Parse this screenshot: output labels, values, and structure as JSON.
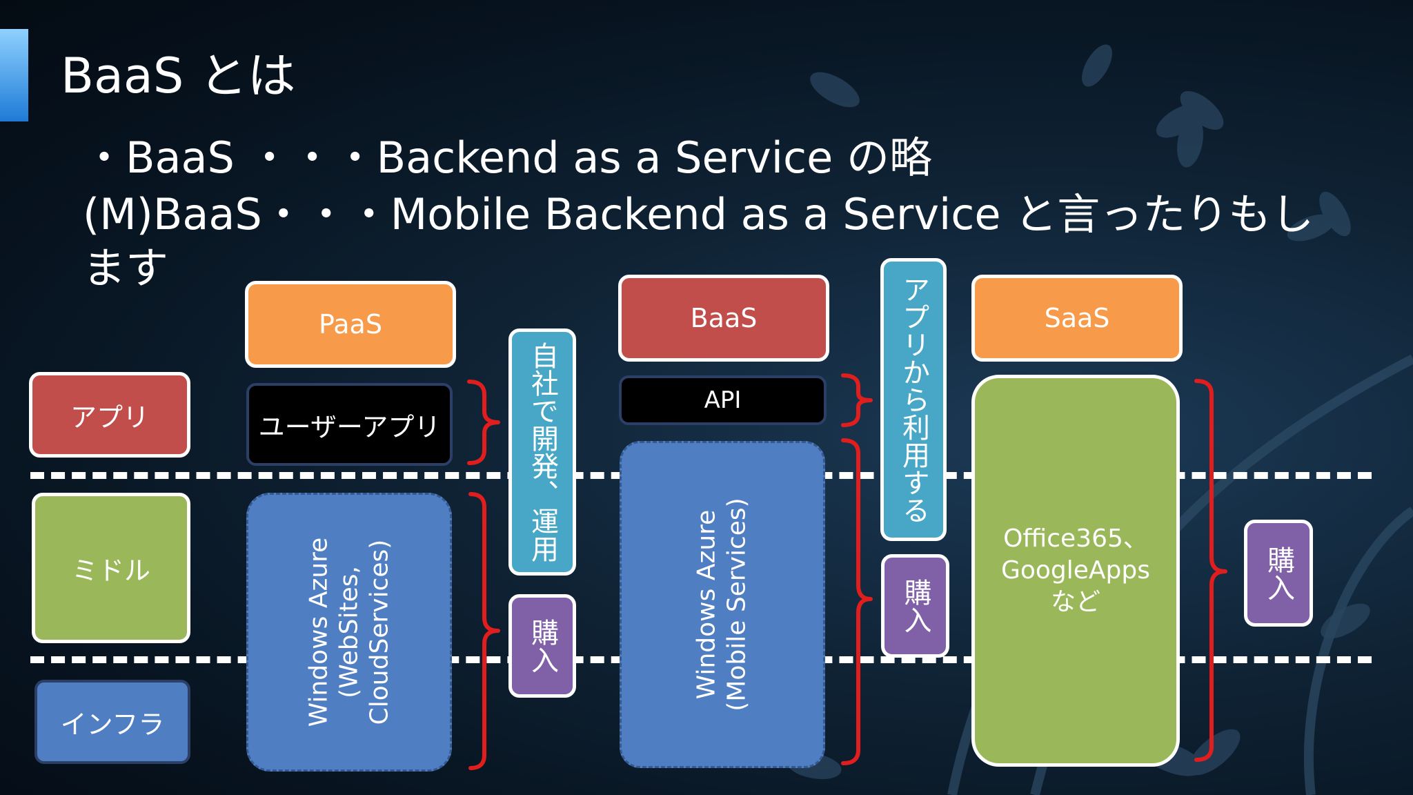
{
  "slide": {
    "title": "BaaS とは",
    "bullet1": "・BaaS ・・・Backend as a Service の略",
    "bullet2": "(M)BaaS・・・Mobile Backend as a Service と言ったりもします"
  },
  "layers": {
    "app": "アプリ",
    "middle": "ミドル",
    "infra": "インフラ"
  },
  "paas": {
    "header": "PaaS",
    "user_app": "ユーザーアプリ",
    "azure": "Windows Azure\n(WebSites,\nCloudServices)",
    "dev_label": "自社で開発、運用",
    "buy_label": "購入"
  },
  "baas": {
    "header": "BaaS",
    "api": "API",
    "azure": "Windows Azure\n(Mobile Services)",
    "use_label": "アプリから利用する",
    "buy_label": "購入"
  },
  "saas": {
    "header": "SaaS",
    "apps": "Office365、\nGoogleApps\nなど",
    "buy_label": "購入"
  },
  "colors": {
    "orange": "#f79a4a",
    "red": "#c24e4c",
    "green": "#9ab859",
    "blue": "#4f7fc2",
    "purple": "#8061a8",
    "cyan": "#48a7c6",
    "bracket": "#e01e1e"
  }
}
